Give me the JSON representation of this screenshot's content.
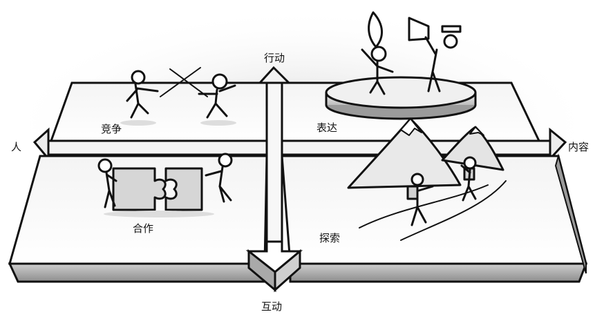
{
  "axes": {
    "top": "行动",
    "bottom": "互动",
    "left": "人",
    "right": "内容"
  },
  "quadrants": {
    "top_left": "竞争",
    "top_right": "表达",
    "bottom_left": "合作",
    "bottom_right": "探索"
  },
  "illustrations": {
    "top_left": "fencing-figures-icon",
    "top_right": "performers-on-stage-icon",
    "bottom_left": "puzzle-pieces-figures-icon",
    "bottom_right": "mountain-climbers-icon"
  }
}
